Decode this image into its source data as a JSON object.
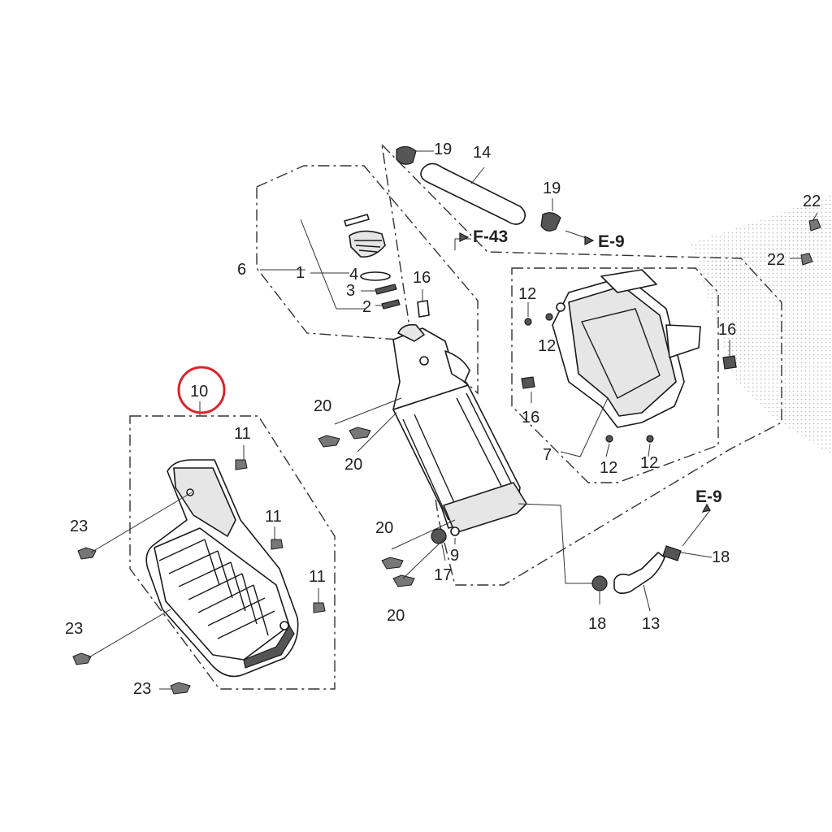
{
  "callouts": {
    "c1": "1",
    "c2": "2",
    "c3": "3",
    "c4": "4",
    "c6": "6",
    "c7": "7",
    "c9": "9",
    "c10": "10",
    "c11a": "11",
    "c11b": "11",
    "c11c": "11",
    "c12a": "12",
    "c12b": "12",
    "c12c": "12",
    "c12d": "12",
    "c13": "13",
    "c14": "14",
    "c16a": "16",
    "c16b": "16",
    "c16c": "16",
    "c17": "17",
    "c18a": "18",
    "c18b": "18",
    "c19a": "19",
    "c19b": "19",
    "c20a": "20",
    "c20b": "20",
    "c20c": "20",
    "c20d": "20",
    "c22a": "22",
    "c22b": "22",
    "c23a": "23",
    "c23b": "23",
    "c23c": "23"
  },
  "references": {
    "f43": "F-43",
    "e9_top": "E-9",
    "e9_bottom": "E-9"
  },
  "highlight": {
    "circled_part": "10",
    "color": "#d9252b"
  },
  "icons": {
    "radiator": "radiator-assembly-icon",
    "shroud": "fan-shroud-icon",
    "cover": "radiator-cover-icon",
    "hose_upper": "upper-hose-icon",
    "hose_lower": "lower-hose-icon"
  }
}
